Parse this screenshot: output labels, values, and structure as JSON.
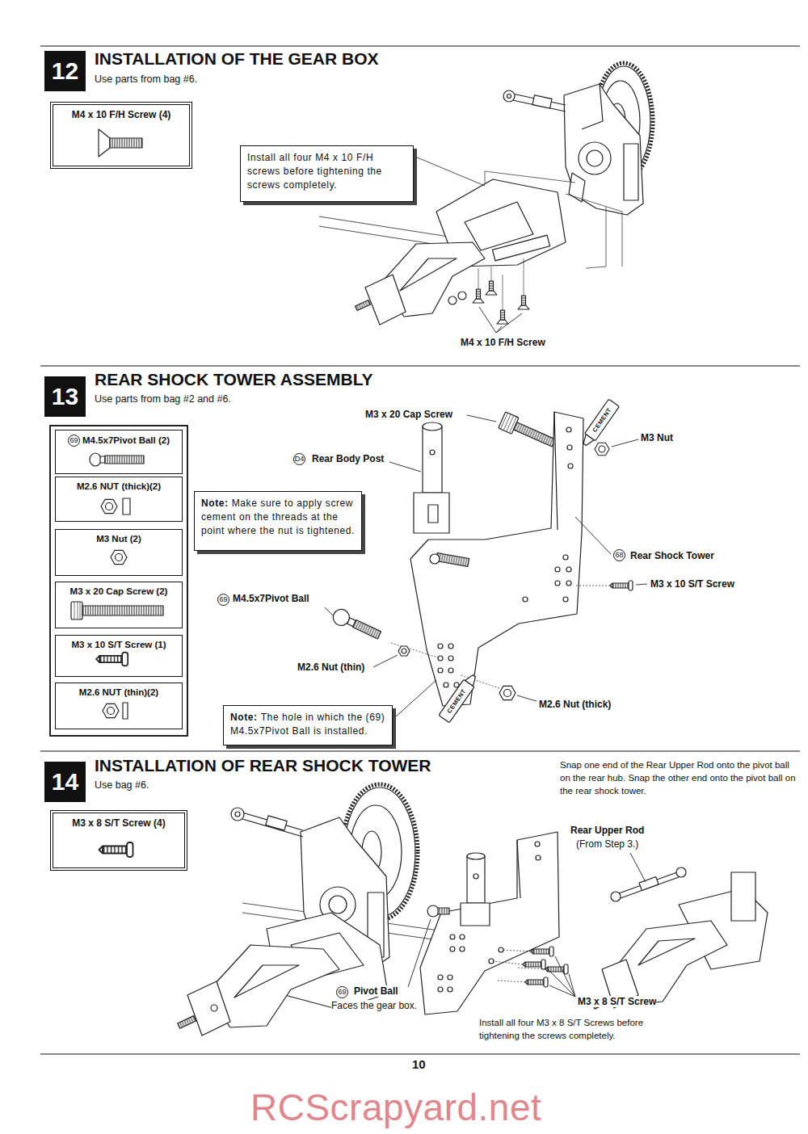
{
  "diagram": {
    "nodes": [
      {
        "text": [
          "12"
        ]
      },
      {
        "text": [
          "M4 x 10 F/H Screw (4)"
        ]
      },
      {
        "text": [
          "Install all four M4 x 10 F/H screws before tightening the screws completely."
        ]
      },
      {
        "text": [
          "13"
        ]
      },
      {
        "text": [
          "69",
          "M4.5x7Pivot Ball (2)"
        ]
      },
      {
        "text": [
          "M2.6 NUT (thick)(2)"
        ]
      },
      {
        "text": [
          "M3 Nut (2)"
        ]
      },
      {
        "text": [
          "M3 x 20 Cap Screw (2)"
        ]
      },
      {
        "text": [
          "M3 x 10 S/T Screw (1)"
        ]
      },
      {
        "text": [
          "M2.6 NUT (thin)(2)"
        ]
      },
      {
        "text": [
          "Note:",
          "Make sure to apply screw cement on the threads at the point where the nut is tightened."
        ]
      },
      {
        "text": [
          "Note:",
          "The hole in which the (69) M4.5x7Pivot Ball is installed."
        ]
      },
      {
        "text": [
          "14"
        ]
      },
      {
        "text": [
          "M3 x 8 S/T Screw (4)"
        ]
      }
    ],
    "labels": [
      "INSTALLATION OF THE GEAR BOX",
      "Use parts from bag #6.",
      "M4 x 10 F/H Screw",
      "REAR SHOCK TOWER ASSEMBLY",
      "Use parts from bag #2 and #6.",
      "M3 x 20 Cap Screw",
      "CEMENT",
      "M3 Nut",
      "D4",
      "Rear Body Post",
      "68",
      "Rear Shock Tower",
      "M3 x 10 S/T Screw",
      "69",
      "M4.5x7Pivot Ball",
      "M2.6 Nut (thin)",
      "CEMENT",
      "M2.6 Nut (thick)",
      "INSTALLATION OF REAR SHOCK TOWER",
      "Use bag #6.",
      "Snap one end of the Rear Upper Rod onto the pivot ball on the rear hub. Snap the other end onto the pivot ball on the rear shock tower.",
      "Rear Upper Rod",
      "(From Step 3.)",
      "69",
      "Pivot Ball",
      "Faces the gear box.",
      "M3 x 8 S/T Screw",
      "Install all four M3 x 8 S/T Screws before tightening the screws completely.",
      "10",
      "RCScrapyard.net"
    ]
  }
}
